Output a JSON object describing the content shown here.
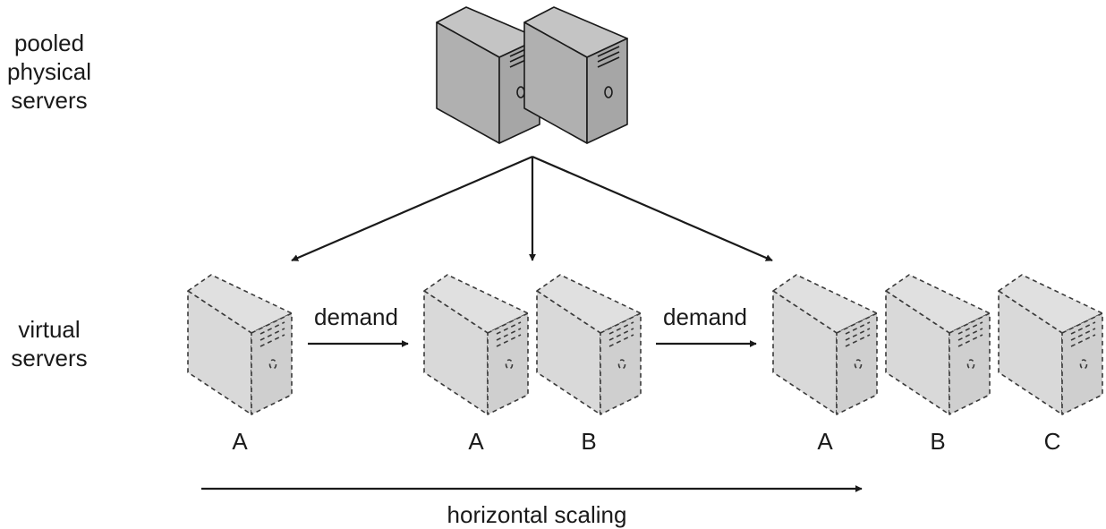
{
  "labels": {
    "pooled": [
      "pooled",
      "physical",
      "servers"
    ],
    "virtual": [
      "virtual",
      "servers"
    ]
  },
  "groups": [
    {
      "servers": [
        "A"
      ]
    },
    {
      "servers": [
        "A",
        "B"
      ]
    },
    {
      "servers": [
        "A",
        "B",
        "C"
      ]
    }
  ],
  "transitions": [
    "demand",
    "demand"
  ],
  "axis_label": "horizontal scaling",
  "colors": {
    "physical_front": "#b0b0b0",
    "physical_side": "#a6a6a6",
    "physical_top": "#c4c4c4",
    "virtual_fill": "#d9d9d9",
    "stroke": "#1a1a1a"
  }
}
